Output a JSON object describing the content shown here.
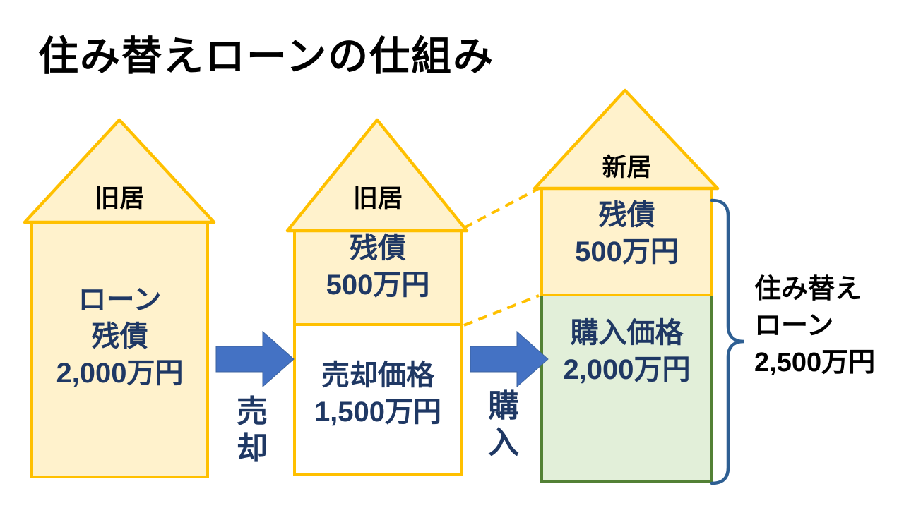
{
  "title": "住み替えローンの仕組み",
  "colors": {
    "house_fill": "#FFF2CC",
    "house_border": "#FFC000",
    "sale_fill": "#FFFFFF",
    "purchase_fill": "#E2EFD9",
    "purchase_border": "#538135",
    "arrow_blue": "#4472C4",
    "value_text": "#1F3864",
    "brace": "#2E5F93",
    "title_text": "#000000"
  },
  "houses": {
    "old_before": {
      "roof_label": "旧居",
      "body_lines": [
        "ローン",
        "残債",
        "2,000万円"
      ]
    },
    "old_after": {
      "roof_label": "旧居",
      "debt_lines": [
        "残債",
        "500万円"
      ],
      "sale_lines": [
        "売却価格",
        "1,500万円"
      ]
    },
    "new_home": {
      "roof_label": "新居",
      "debt_lines": [
        "残債",
        "500万円"
      ],
      "purchase_lines": [
        "購入価格",
        "2,000万円"
      ]
    }
  },
  "arrows": {
    "sell_label": "売却",
    "buy_label": "購入"
  },
  "brace": {
    "label_lines": [
      "住み替え",
      "ローン",
      "2,500万円"
    ]
  }
}
